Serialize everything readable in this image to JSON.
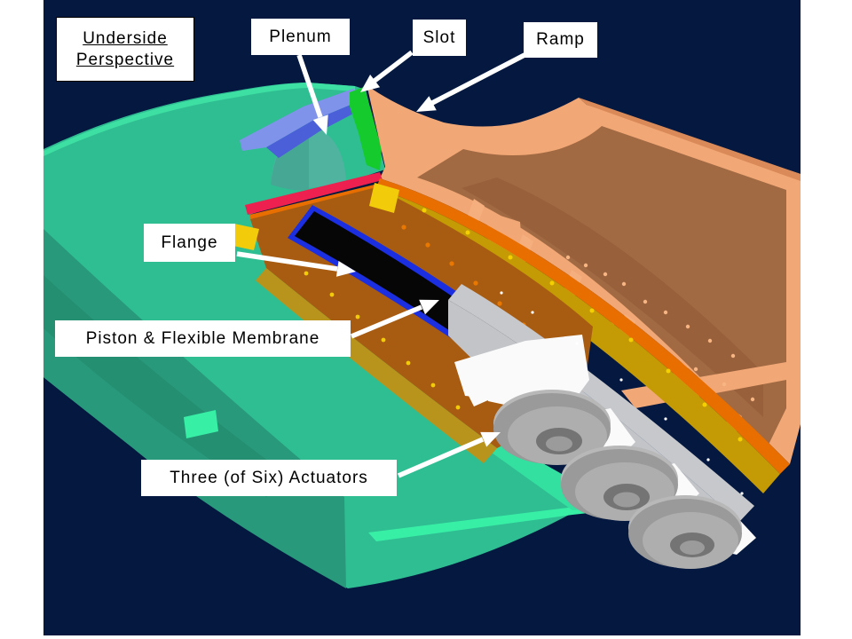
{
  "slide": {
    "title": {
      "line1": "Underside",
      "line2": "Perspective"
    },
    "callouts": {
      "plenum": "Plenum",
      "slot": "Slot",
      "ramp": "Ramp",
      "flange": "Flange",
      "piston": "Piston & Flexible Membrane",
      "actuators": "Three (of Six) Actuators"
    }
  },
  "palette": {
    "slide_background": "#041840",
    "page_margin": "#ffffff",
    "teal_surface": "#2FBE92",
    "teal_shadow": "#28997B",
    "teal_highlight": "#38EFA6",
    "plenum_blue": "#8093EA",
    "plenum_blue_dark": "#4A5FD8",
    "slot_green": "#14CA2C",
    "ramp_salmon": "#F2A876",
    "housing_interior_brown": "#A26A43",
    "gasket_red": "#EE2050",
    "rim_orange": "#E86E00",
    "gold_bar": "#C49B04",
    "bolt_yellow": "#F2CC0A",
    "flange_brown": "#A85C12",
    "olive_bar": "#B8941C",
    "membrane_outline_blue": "#1C2FE0",
    "membrane_black": "#060606",
    "frame_silver": "#C6C8CC",
    "actuator_gray": "#9A9A9A",
    "label_background": "#ffffff",
    "label_text": "#000000",
    "arrow_white": "#ffffff"
  }
}
